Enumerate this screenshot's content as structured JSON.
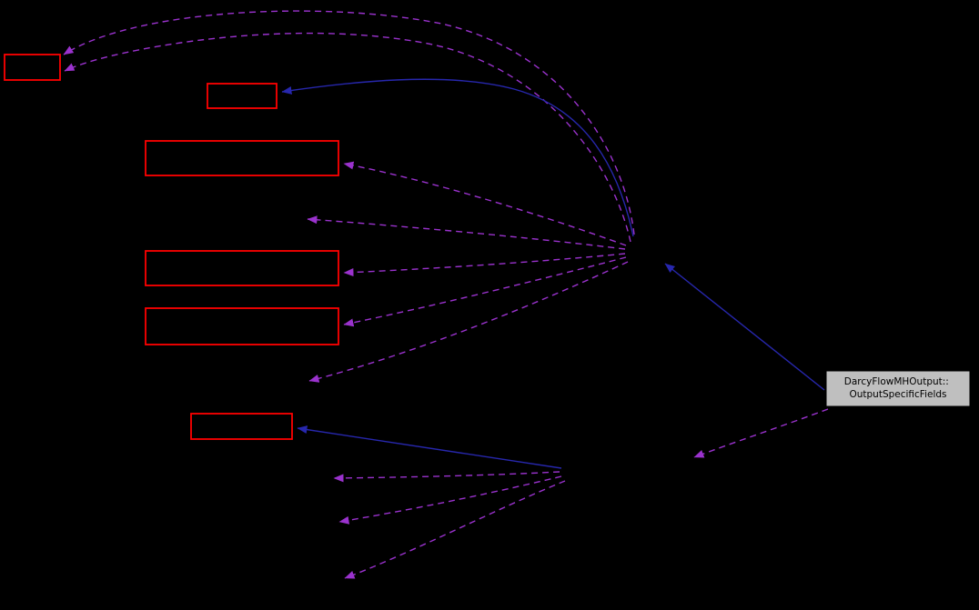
{
  "diagram": {
    "type": "collaboration-graph",
    "focal_node": {
      "label_line1": "DarcyFlowMHOutput::",
      "label_line2": "OutputSpecificFields"
    },
    "colors": {
      "background": "#000000",
      "node_border": "#ff0000",
      "focal_fill": "#bfbfbf",
      "focal_border": "#000000",
      "focal_text": "#000000",
      "edge_usage": "#9a32cd",
      "edge_inheritance": "#2727ad"
    }
  }
}
